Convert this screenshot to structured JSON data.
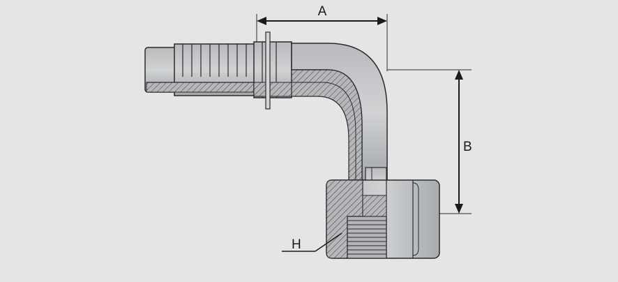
{
  "diagram": {
    "labels": {
      "a": "A",
      "b": "B",
      "h": "H"
    },
    "colors": {
      "background": "#e5e5e5",
      "metal_light": "#c4c6c8",
      "metal_mid": "#a9abae",
      "metal_dark": "#8d9093",
      "outline": "#2a2a2a"
    }
  }
}
